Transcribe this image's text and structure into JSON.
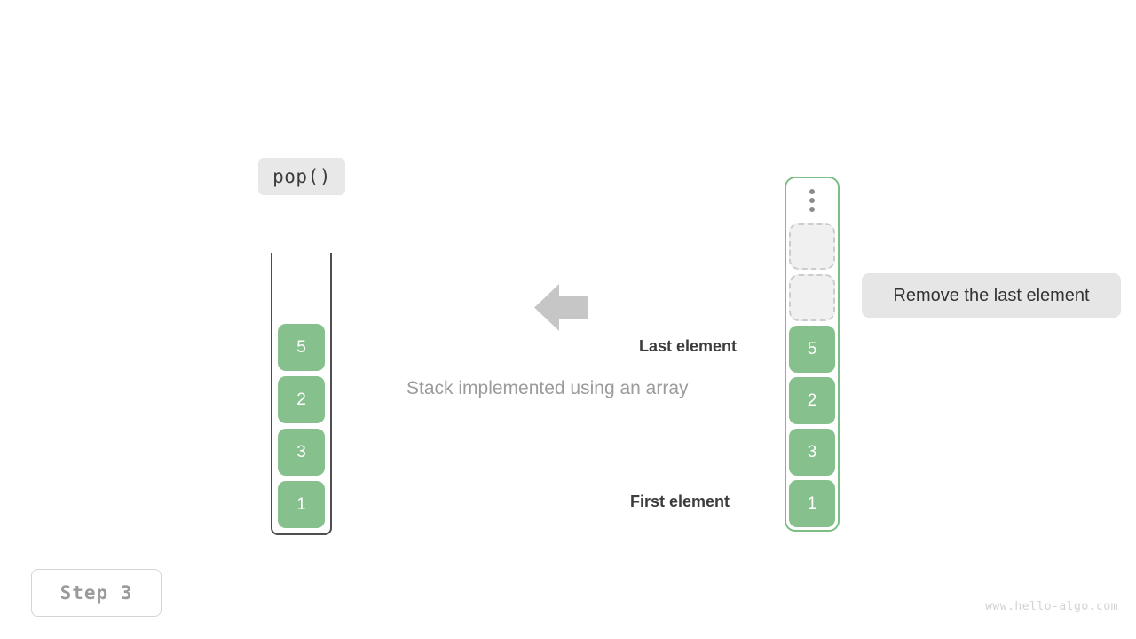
{
  "operation": {
    "label": "pop()"
  },
  "caption": {
    "text": "Stack implemented using an array"
  },
  "annotations": {
    "last_element": "Last element",
    "first_element": "First element"
  },
  "tooltip": {
    "text": "Remove the last element"
  },
  "step": {
    "label": "Step 3"
  },
  "watermark": {
    "text": "www.hello-algo.com"
  },
  "left_stack": {
    "title": "stack-container",
    "cells": [
      {
        "value": "5",
        "state": "filled"
      },
      {
        "value": "2",
        "state": "filled"
      },
      {
        "value": "3",
        "state": "filled"
      },
      {
        "value": "1",
        "state": "filled"
      }
    ]
  },
  "right_array": {
    "title": "array-container",
    "ellipsis": "vertical-ellipsis",
    "cells": [
      {
        "value": "",
        "state": "empty"
      },
      {
        "value": "",
        "state": "empty"
      },
      {
        "value": "5",
        "state": "filled"
      },
      {
        "value": "2",
        "state": "filled"
      },
      {
        "value": "3",
        "state": "filled"
      },
      {
        "value": "1",
        "state": "filled"
      }
    ]
  },
  "arrow": {
    "direction": "left"
  },
  "colors": {
    "element_green": "#86c08c",
    "container_border_green": "#7dbd86",
    "empty_slot_fill": "#f0f0f0",
    "empty_slot_border": "#cccccc",
    "label_chip_bg": "#e8e8e8",
    "tooltip_bg": "#e6e6e6",
    "arrow_gray": "#c6c6c6",
    "caption_gray": "#9b9b9b",
    "text_dark": "#3c3c3c"
  }
}
